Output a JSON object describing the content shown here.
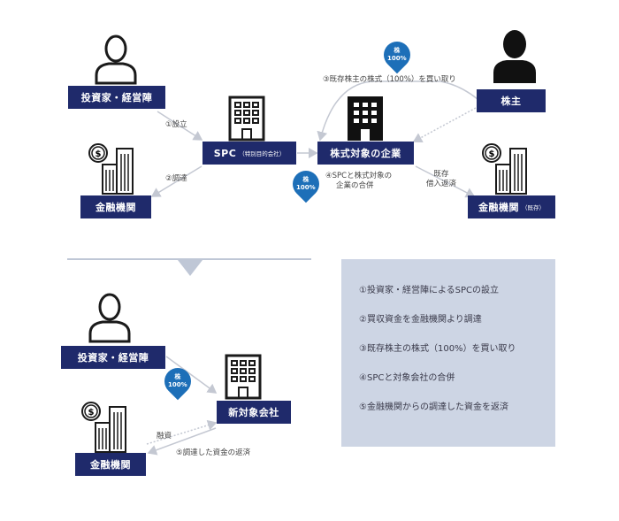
{
  "top": {
    "investor_box": "投資家・経営陣",
    "spc_box_main": "SPC",
    "spc_box_sub": "（特別目的会社）",
    "target_box": "株式対象の企業",
    "shareholder_box": "株主",
    "finance_box": "金融機関",
    "finance_existing_main": "金融機関",
    "finance_existing_sub": "（既存）",
    "label_setup": "①設立",
    "label_raise": "②調達",
    "label_buy": "③既存株主の株式（100%）を買い取り",
    "label_merge_line1": "④SPCと株式対象の",
    "label_merge_line2": "企業の合併",
    "label_repay_line1": "既存",
    "label_repay_line2": "借入返済",
    "badge_top_line1": "株",
    "badge_top_line2": "100%",
    "badge_mid_line1": "株",
    "badge_mid_line2": "100%"
  },
  "bottom": {
    "investor_box": "投資家・経営陣",
    "new_company_box": "新対象会社",
    "finance_box": "金融機関",
    "badge_line1": "株",
    "badge_line2": "100%",
    "label_loan": "融資",
    "label_return": "⑤調達した資金の返済"
  },
  "steps": [
    "①投資家・経営陣によるSPCの設立",
    "②買収資金を金融機関より調達",
    "③既存株主の株式（100%）を買い取り",
    "④SPCと対象会社の合併",
    "⑤金融機関からの調達した資金を返済"
  ],
  "colors": {
    "navy": "#1f2a6b",
    "badge": "#1d6fb8",
    "panel": "#cdd5e4",
    "arrow": "#c4c8d2"
  }
}
